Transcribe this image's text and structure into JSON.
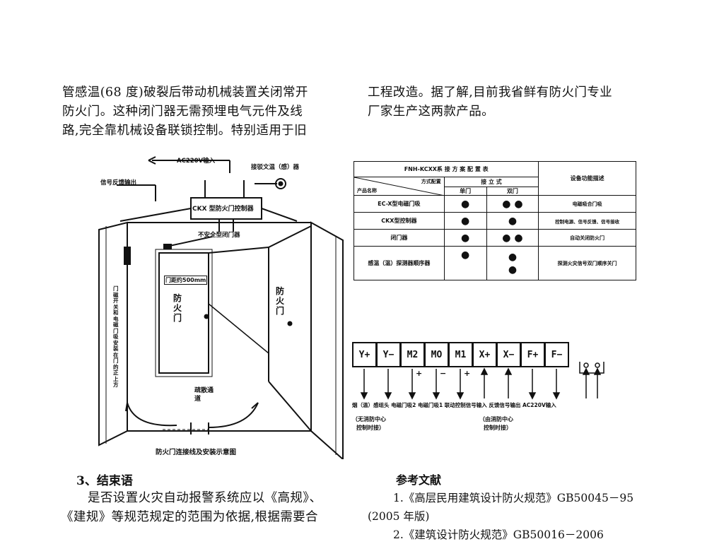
{
  "top_left": [
    "管感温(68 度)破裂后带动机械装置关闭常开",
    "防火门。这种闭门器无需预埋电气元件及线",
    "路,完全靠机械设备联锁控制。特别适用于旧"
  ],
  "top_right": [
    "工程改造。据了解,目前我省鲜有防火门专业",
    "厂家生产这两款产品。"
  ],
  "diagram": {
    "ac_input": "AC220V输入",
    "signal_out": "信号反馈输出",
    "temp_label": "接驳文温（感）器",
    "controller": "CKX 型防火门控制器",
    "closer": "不安全型闭门器",
    "door_gap": "门距约500mm",
    "door_left": "防火门",
    "door_right": "防火门",
    "vertical_note": "门磁开关和电磁门吸安装在门的正上方",
    "evac": "疏散通道",
    "caption": "防火门连接线及安装示意图"
  },
  "table": {
    "title": "FNH-KCXX系 接 方 案 配 置 表",
    "mode_header": "方式配置",
    "product_header": "产品名称",
    "install_header": "接 立 式",
    "col_single": "单门",
    "col_double": "双门",
    "func_header": "设备功能描述",
    "rows": [
      {
        "name": "EC-X型电磁门吸",
        "single": "●",
        "double": "● ●",
        "desc": "电磁吸合门吸"
      },
      {
        "name": "CKX型控制器",
        "single": "●",
        "double": "●",
        "desc": "控制电源、信号反馈、信号接收"
      },
      {
        "name": "闭门器",
        "single": "●",
        "double": "● ●",
        "desc": "自动关闭防火门"
      },
      {
        "name": "感温（温）探测器顺序器",
        "single": "●",
        "double": "●\n●",
        "desc": "探测火灾信号双门顺序关门"
      }
    ]
  },
  "terminals": {
    "labels": [
      "Y+",
      "Y−",
      "M2",
      "MO",
      "M1",
      "X+",
      "X−",
      "F+",
      "F−"
    ],
    "signs": [
      "+",
      "−",
      "+"
    ],
    "bottom_text": "烟（温）感组头 电磁门吸2 电磁门吸1 联动控制信号输入 反馈信号输出 AC220V输入",
    "note_left_1": "（无消防中心",
    "note_left_2": "控制时接）",
    "note_mid_1": "（由消防中心",
    "note_mid_2": "控制时接）"
  },
  "conclusion": {
    "heading": "3、结束语",
    "lines": [
      "是否设置火灾自动报警系统应以《高规》、",
      "《建规》等规范规定的范围为依据,根据需要合"
    ]
  },
  "references": {
    "heading": "参考文献",
    "items": [
      "1.《高层民用建筑设计防火规范》GB50045－95",
      "(2005 年版)",
      "2.《建筑设计防火规范》GB50016－2006"
    ]
  }
}
